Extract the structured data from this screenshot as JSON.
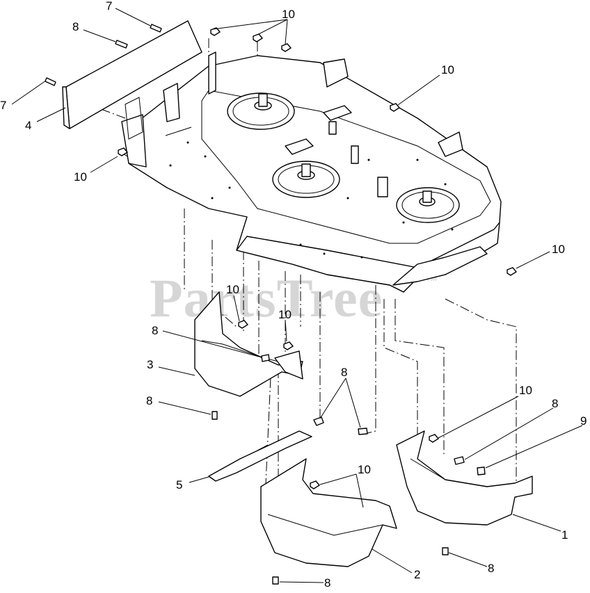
{
  "watermark": {
    "text": "PartsTree",
    "trademark": "TM"
  },
  "callouts": [
    {
      "id": "c7a",
      "label": "7"
    },
    {
      "id": "c8a",
      "label": "8"
    },
    {
      "id": "c7b",
      "label": "7"
    },
    {
      "id": "c4",
      "label": "4"
    },
    {
      "id": "c10a",
      "label": "10"
    },
    {
      "id": "c10b",
      "label": "10"
    },
    {
      "id": "c10c",
      "label": "10"
    },
    {
      "id": "c10d",
      "label": "10"
    },
    {
      "id": "c10e",
      "label": "10"
    },
    {
      "id": "c10f",
      "label": "10"
    },
    {
      "id": "c8b",
      "label": "8"
    },
    {
      "id": "c3",
      "label": "3"
    },
    {
      "id": "c8c",
      "label": "8"
    },
    {
      "id": "c8d",
      "label": "8"
    },
    {
      "id": "c10g",
      "label": "10"
    },
    {
      "id": "c8e",
      "label": "8"
    },
    {
      "id": "c9",
      "label": "9"
    },
    {
      "id": "c5",
      "label": "5"
    },
    {
      "id": "c10h",
      "label": "10"
    },
    {
      "id": "c1",
      "label": "1"
    },
    {
      "id": "c2",
      "label": "2"
    },
    {
      "id": "c8f",
      "label": "8"
    },
    {
      "id": "c8g",
      "label": "8"
    }
  ]
}
